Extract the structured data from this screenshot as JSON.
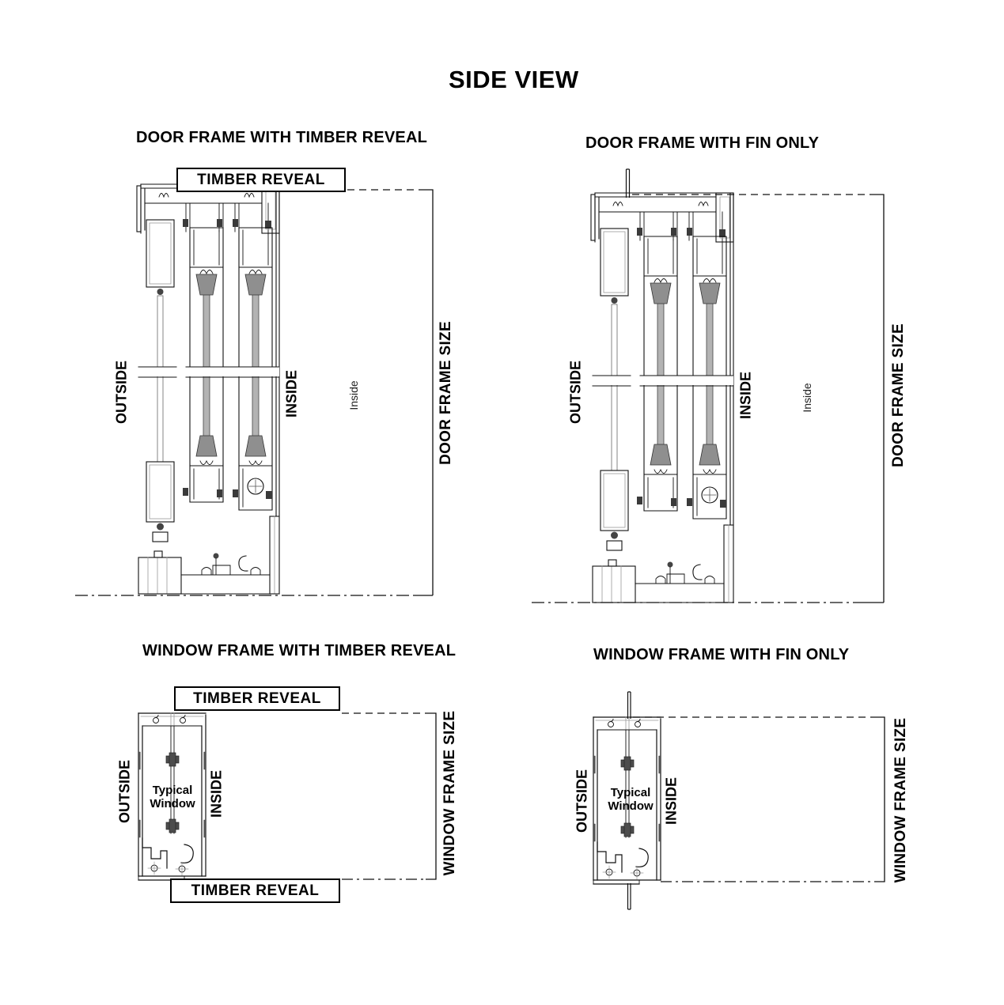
{
  "title": "SIDE VIEW",
  "colors": {
    "line": "#111111",
    "glass": "#b3b3b3",
    "clamp": "#4d4d4d",
    "background": "#ffffff"
  },
  "sections": {
    "door_timber": {
      "heading": "DOOR FRAME WITH TIMBER REVEAL",
      "timber_reveal_label": "TIMBER REVEAL",
      "outside_label": "OUTSIDE",
      "inside_label": "INSIDE",
      "inside_small_label": "Inside",
      "dimension_label": "DOOR FRAME SIZE"
    },
    "door_fin": {
      "heading": "DOOR FRAME WITH FIN ONLY",
      "outside_label": "OUTSIDE",
      "inside_label": "INSIDE",
      "inside_small_label": "Inside",
      "dimension_label": "DOOR FRAME SIZE"
    },
    "window_timber": {
      "heading": "WINDOW FRAME WITH TIMBER REVEAL",
      "timber_reveal_top_label": "TIMBER REVEAL",
      "timber_reveal_bottom_label": "TIMBER REVEAL",
      "outside_label": "OUTSIDE",
      "inside_label": "INSIDE",
      "window_label": "Typical\nWindow",
      "dimension_label": "WINDOW FRAME SIZE"
    },
    "window_fin": {
      "heading": "WINDOW FRAME WITH FIN ONLY",
      "outside_label": "OUTSIDE",
      "inside_label": "INSIDE",
      "window_label": "Typical\nWindow",
      "dimension_label": "WINDOW FRAME SIZE"
    }
  }
}
